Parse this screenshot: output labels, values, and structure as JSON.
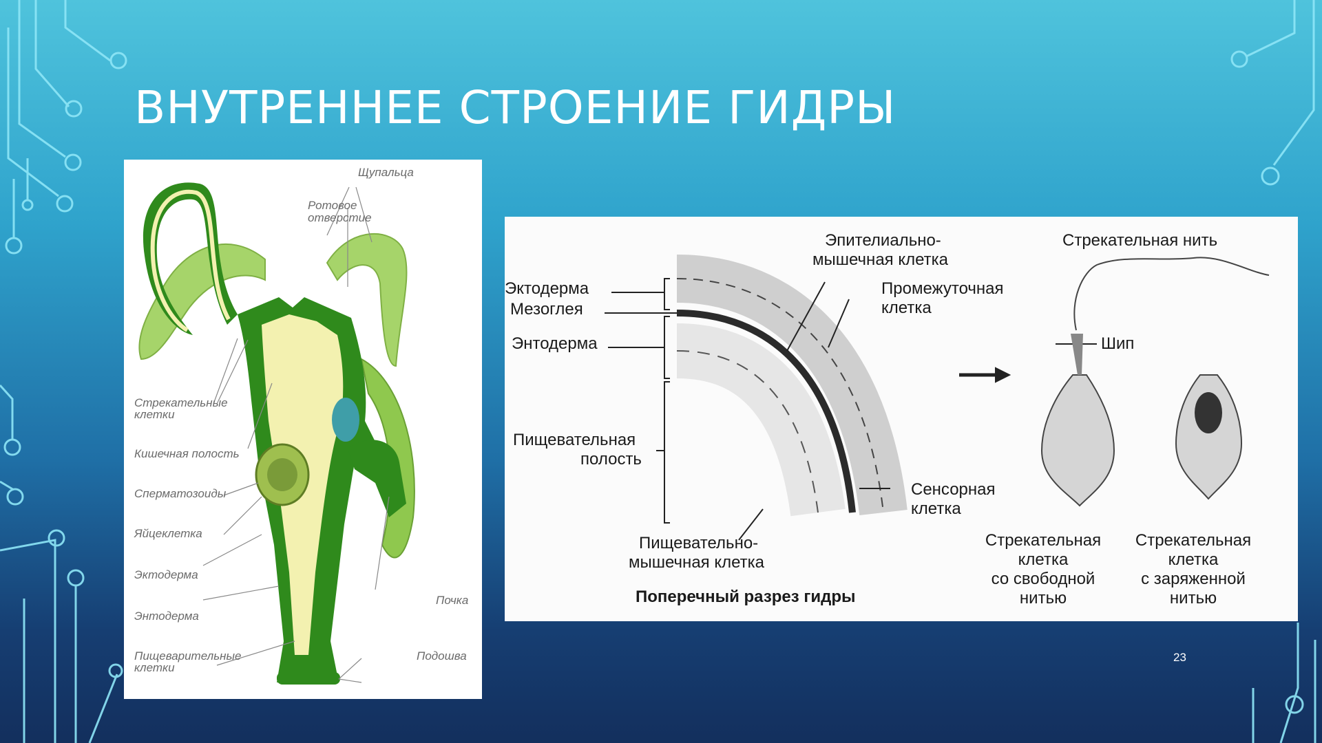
{
  "slide": {
    "title": "ВНУТРЕННЕЕ СТРОЕНИЕ ГИДРЫ",
    "page_number": "23"
  },
  "left_diagram": {
    "labels": {
      "tentacles": "Щупальца",
      "mouth_line1": "Ротовое",
      "mouth_line2": "отверстие",
      "stinging_line1": "Стрекательные",
      "stinging_line2": "клетки",
      "gut_cavity": "Кишечная полость",
      "sperm": "Сперматозоиды",
      "egg": "Яйцеклетка",
      "ectoderm": "Эктодерма",
      "endoderm": "Энтодерма",
      "digestive_line1": "Пищеварительные",
      "digestive_line2": "клетки",
      "bud": "Почка",
      "sole": "Подошва"
    }
  },
  "right_diagram": {
    "caption": "Поперечный разрез гидры",
    "labels": {
      "ectoderm": "Эктодерма",
      "mesoglea": "Мезоглея",
      "endoderm": "Энтодерма",
      "cavity_line1": "Пищевательная",
      "cavity_line2": "полость",
      "epithelial_line1": "Эпителиально-",
      "epithelial_line2": "мышечная клетка",
      "intermediate_line1": "Промежуточная",
      "intermediate_line2": "клетка",
      "sensory_line1": "Сенсорная",
      "sensory_line2": "клетка",
      "digestive_line1": "Пищевательно-",
      "digestive_line2": "мышечная клетка",
      "thread": "Стрекательная нить",
      "spine": "Шип",
      "free_line1": "Стрекательная",
      "free_line2": "клетка",
      "free_line3": "со свободной",
      "free_line4": "нитью",
      "charged_line1": "Стрекательная",
      "charged_line2": "клетка",
      "charged_line3": "с заряженной",
      "charged_line4": "нитью"
    }
  },
  "colors": {
    "background_top": "#4fc3dc",
    "background_bottom": "#132f5d",
    "circuit_lines": "#8ee6f7",
    "hydra_green_dark": "#2f8a1c",
    "hydra_green_light": "#8bc34a",
    "hydra_cavity": "#f3f1b0"
  }
}
